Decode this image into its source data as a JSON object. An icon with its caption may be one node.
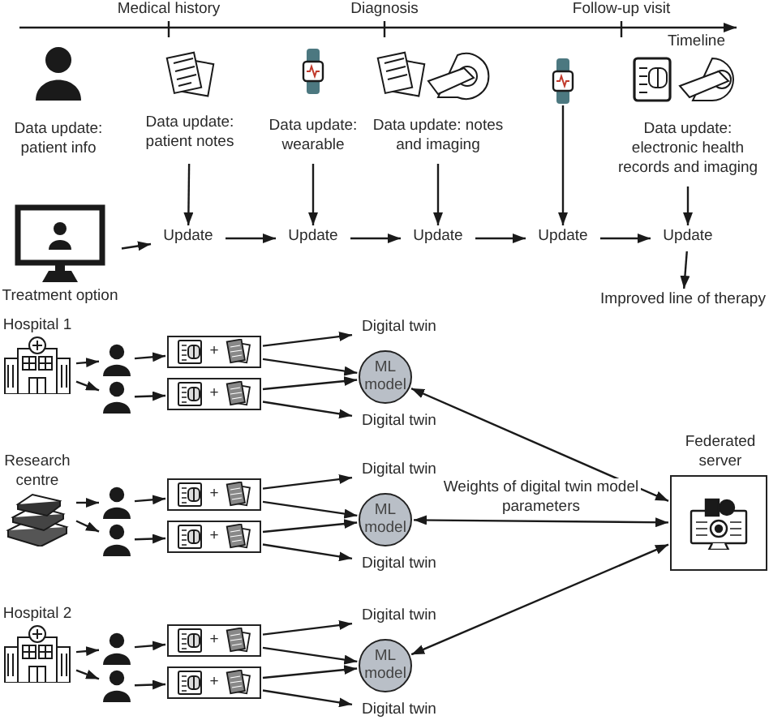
{
  "diagram": {
    "nodes": [
      {
        "text": [
          "Treatment option"
        ]
      },
      {
        "text": [
          "Update"
        ]
      },
      {
        "text": [
          "Update"
        ]
      },
      {
        "text": [
          "Update"
        ]
      },
      {
        "text": [
          "Update"
        ]
      },
      {
        "text": [
          "Update"
        ]
      },
      {
        "text": [
          "Improved line of therapy"
        ]
      },
      {
        "text": [
          "Data update: patient notes"
        ]
      },
      {
        "text": [
          "Data update: wearable"
        ]
      },
      {
        "text": [
          "Data update: notes and imaging"
        ]
      },
      {
        "text": [],
        "shape": "picture"
      },
      {
        "text": [
          "Data update: electronic health records and imaging"
        ]
      },
      {
        "text": [
          "Hospital 1"
        ]
      },
      {
        "text": [],
        "shape": "person"
      },
      {
        "text": [],
        "shape": "person"
      },
      {
        "text": [
          "+"
        ]
      },
      {
        "text": [
          "+"
        ]
      },
      {
        "text": [
          "Digital twin"
        ]
      },
      {
        "text": [
          "ML model"
        ]
      },
      {
        "text": [
          "Digital twin"
        ]
      },
      {
        "text": [
          "Research centre"
        ]
      },
      {
        "text": [],
        "shape": "person"
      },
      {
        "text": [],
        "shape": "person"
      },
      {
        "text": [
          "+"
        ]
      },
      {
        "text": [
          "+"
        ]
      },
      {
        "text": [
          "Digital twin"
        ]
      },
      {
        "text": [
          "ML model"
        ]
      },
      {
        "text": [
          "Digital twin"
        ]
      },
      {
        "text": [
          "Hospital 2"
        ]
      },
      {
        "text": [],
        "shape": "person"
      },
      {
        "text": [],
        "shape": "person"
      },
      {
        "text": [
          "+"
        ]
      },
      {
        "text": [
          "+"
        ]
      },
      {
        "text": [
          "Digital twin"
        ]
      },
      {
        "text": [
          "ML model"
        ]
      },
      {
        "text": [
          "Digital twin"
        ]
      },
      {
        "text": [
          "Federated server"
        ]
      }
    ],
    "edges": [
      {
        "from": 0,
        "to": 1,
        "arrow": "to"
      },
      {
        "from": 1,
        "to": 2,
        "arrow": "to"
      },
      {
        "from": 2,
        "to": 3,
        "arrow": "to"
      },
      {
        "from": 3,
        "to": 4,
        "arrow": "to"
      },
      {
        "from": 4,
        "to": 5,
        "arrow": "to"
      },
      {
        "from": 5,
        "to": 6,
        "arrow": "to"
      },
      {
        "from": 7,
        "to": 1,
        "arrow": "to"
      },
      {
        "from": 8,
        "to": 2,
        "arrow": "to"
      },
      {
        "from": 9,
        "to": 3,
        "arrow": "to"
      },
      {
        "from": 10,
        "to": 4,
        "arrow": "to"
      },
      {
        "from": 11,
        "to": 5,
        "arrow": "to"
      },
      {
        "from": 12,
        "to": 13,
        "arrow": "to"
      },
      {
        "from": 12,
        "to": 14,
        "arrow": "to"
      },
      {
        "from": 13,
        "to": 15,
        "arrow": "to"
      },
      {
        "from": 14,
        "to": 16,
        "arrow": "to"
      },
      {
        "from": 15,
        "to": 17,
        "arrow": "to"
      },
      {
        "from": 15,
        "to": 18,
        "arrow": "to"
      },
      {
        "from": 16,
        "to": 18,
        "arrow": "to"
      },
      {
        "from": 16,
        "to": 19,
        "arrow": "to"
      },
      {
        "from": 20,
        "to": 21,
        "arrow": "to"
      },
      {
        "from": 20,
        "to": 22,
        "arrow": "to"
      },
      {
        "from": 21,
        "to": 23,
        "arrow": "to"
      },
      {
        "from": 22,
        "to": 24,
        "arrow": "to"
      },
      {
        "from": 23,
        "to": 25,
        "arrow": "to"
      },
      {
        "from": 23,
        "to": 26,
        "arrow": "to"
      },
      {
        "from": 24,
        "to": 26,
        "arrow": "to"
      },
      {
        "from": 24,
        "to": 27,
        "arrow": "to"
      },
      {
        "from": 28,
        "to": 29,
        "arrow": "to"
      },
      {
        "from": 28,
        "to": 30,
        "arrow": "to"
      },
      {
        "from": 29,
        "to": 31,
        "arrow": "to"
      },
      {
        "from": 30,
        "to": 32,
        "arrow": "to"
      },
      {
        "from": 31,
        "to": 33,
        "arrow": "to"
      },
      {
        "from": 31,
        "to": 34,
        "arrow": "to"
      },
      {
        "from": 32,
        "to": 34,
        "arrow": "to"
      },
      {
        "from": 32,
        "to": 35,
        "arrow": "to"
      },
      {
        "from": 18,
        "to": 36,
        "arrow": "both"
      },
      {
        "from": 26,
        "to": 36,
        "arrow": "both",
        "label": "Weights of digital twin model parameters"
      },
      {
        "from": 34,
        "to": 36,
        "arrow": "both"
      }
    ],
    "labels": [
      "Medical history",
      "Diagnosis",
      "Follow-up visit",
      "Timeline",
      "Data update: patient info"
    ]
  }
}
